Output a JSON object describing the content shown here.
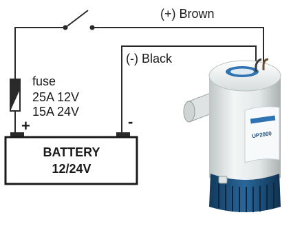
{
  "wires": {
    "positive_label": "(+) Brown",
    "negative_label": "(-) Black"
  },
  "fuse": {
    "title": "fuse",
    "rating_12v": "25A 12V",
    "rating_24v": "15A 24V"
  },
  "battery": {
    "plus_sign": "+",
    "minus_sign": "-",
    "name": "BATTERY",
    "voltage": "12/24V"
  },
  "pump": {
    "model_text": "UP2000"
  },
  "colors": {
    "wire": "#2a2a2a",
    "pump_body": "#e9ecec",
    "pump_base": "#1d4f7a",
    "pump_label": "#2f73b3"
  },
  "icons": [
    "switch-icon",
    "fuse-icon",
    "battery-icon",
    "bilge-pump-image"
  ]
}
